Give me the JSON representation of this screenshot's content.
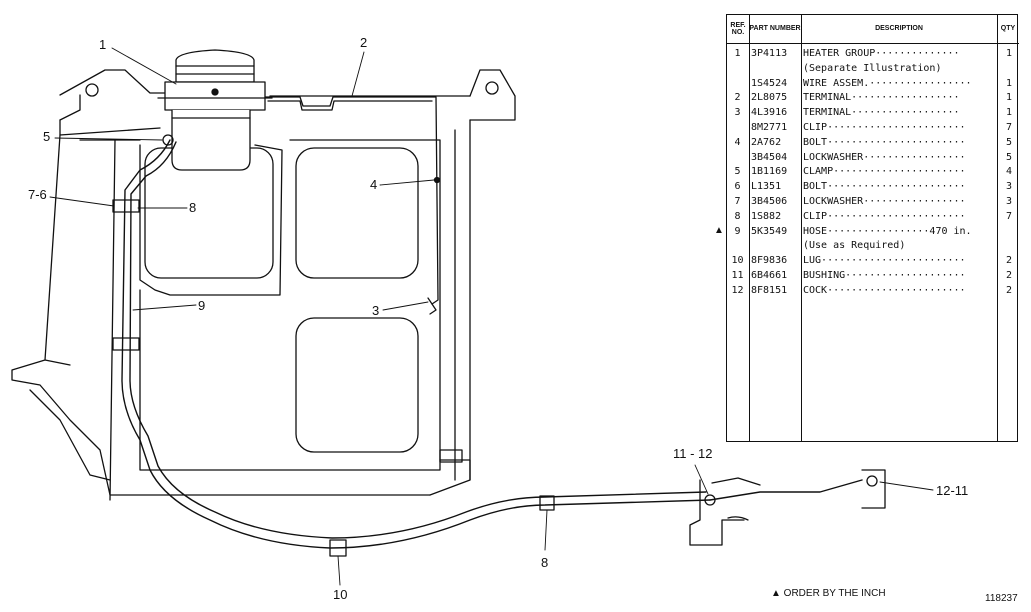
{
  "callouts": {
    "c1": "1",
    "c2": "2",
    "c3": "3",
    "c4": "4",
    "c5": "5",
    "c7_6": "7-6",
    "c8a": "8",
    "c8b": "8",
    "c9": "9",
    "c10": "10",
    "c11_12": "11 - 12",
    "c12_11": "12-11"
  },
  "table": {
    "headers": {
      "ref": "REF. NO.",
      "part": "PART NUMBER",
      "desc": "DESCRIPTION",
      "qty": "QTY"
    },
    "rows": [
      {
        "mark": "",
        "ref": "1",
        "part": "3P4113",
        "desc": "HEATER GROUP··············",
        "qty": "1"
      },
      {
        "mark": "",
        "ref": "",
        "part": "",
        "desc": "   (Separate Illustration)",
        "qty": ""
      },
      {
        "mark": "",
        "ref": "",
        "part": "1S4524",
        "desc": "WIRE ASSEM.·················",
        "qty": "1"
      },
      {
        "mark": "",
        "ref": "2",
        "part": "2L8075",
        "desc": "  TERMINAL··················",
        "qty": "1"
      },
      {
        "mark": "",
        "ref": "3",
        "part": "4L3916",
        "desc": "  TERMINAL··················",
        "qty": "1"
      },
      {
        "mark": "",
        "ref": "",
        "part": "8M2771",
        "desc": "CLIP·······················",
        "qty": "7"
      },
      {
        "mark": "",
        "ref": "4",
        "part": "2A762",
        "desc": "BOLT·······················",
        "qty": "5"
      },
      {
        "mark": "",
        "ref": "",
        "part": "3B4504",
        "desc": "LOCKWASHER·················",
        "qty": "5"
      },
      {
        "mark": "",
        "ref": "5",
        "part": "1B1169",
        "desc": "CLAMP······················",
        "qty": "4"
      },
      {
        "mark": "",
        "ref": "6",
        "part": "L1351",
        "desc": "BOLT·······················",
        "qty": "3"
      },
      {
        "mark": "",
        "ref": "7",
        "part": "3B4506",
        "desc": "LOCKWASHER·················",
        "qty": "3"
      },
      {
        "mark": "",
        "ref": "8",
        "part": "1S882",
        "desc": "CLIP·······················",
        "qty": "7"
      },
      {
        "mark": "▲",
        "ref": "9",
        "part": "5K3549",
        "desc": "HOSE·················470 in.",
        "qty": ""
      },
      {
        "mark": "",
        "ref": "",
        "part": "",
        "desc": "   (Use as Required)",
        "qty": ""
      },
      {
        "mark": "",
        "ref": "10",
        "part": "8F9836",
        "desc": "LUG························",
        "qty": "2"
      },
      {
        "mark": "",
        "ref": "11",
        "part": "6B4661",
        "desc": "BUSHING····················",
        "qty": "2"
      },
      {
        "mark": "",
        "ref": "12",
        "part": "8F8151",
        "desc": "COCK·······················",
        "qty": "2"
      }
    ]
  },
  "footer": {
    "order_note": "▲ ORDER BY THE INCH",
    "drawing_number": "118237"
  }
}
